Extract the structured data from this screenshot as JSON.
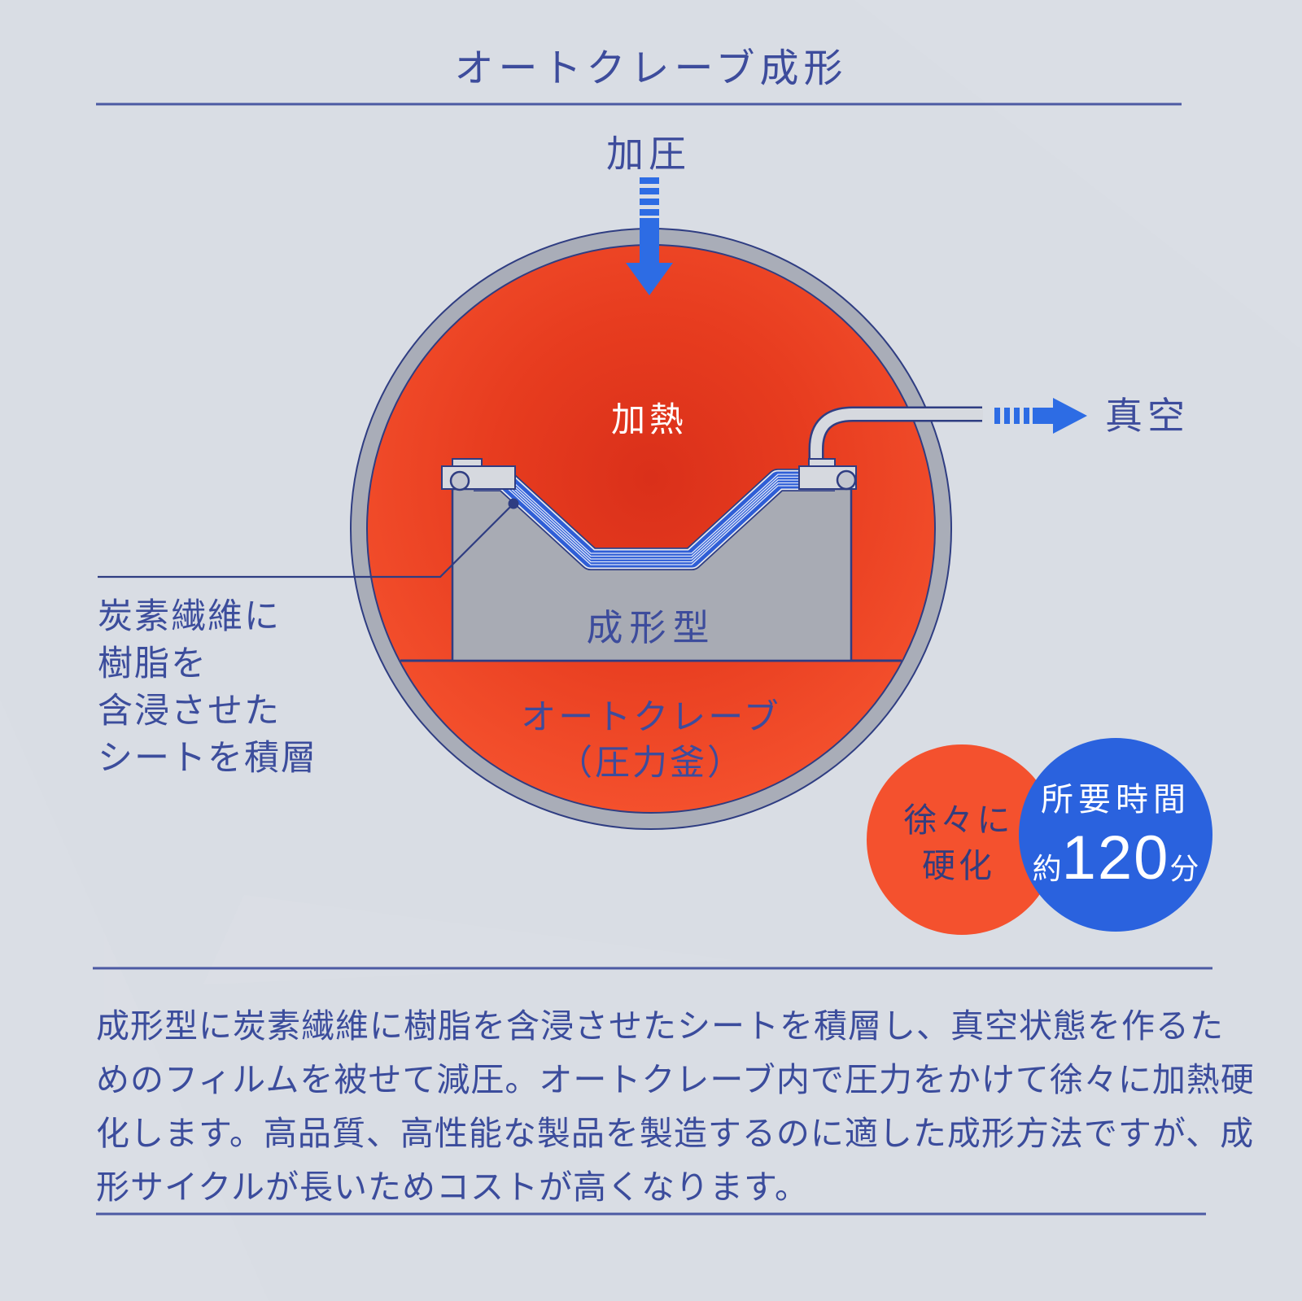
{
  "title": "オートクレーブ成形",
  "diagram": {
    "pressure_label": "加圧",
    "heating_label": "加熱",
    "vacuum_label": "真空",
    "mold_label": "成形型",
    "autoclave_label_line1": "オートクレーブ",
    "autoclave_label_line2": "（圧力釜）",
    "layup_note_line1": "炭素繊維に",
    "layup_note_line2": "樹脂を",
    "layup_note_line3": "含浸させた",
    "layup_note_line4": "シートを積層",
    "cure_badge_line1": "徐々に",
    "cure_badge_line2": "硬化",
    "time_badge_heading": "所要時間",
    "time_badge_approx": "約",
    "time_badge_minutes": "120",
    "time_badge_unit": "分"
  },
  "description_line1": "成形型に炭素繊維に樹脂を含浸させたシートを積層し、真空状態を作るた",
  "description_line2": "めのフィルムを被せて減圧。オートクレーブ内で圧力をかけて徐々に加熱硬",
  "description_line3": "化します。高品質、高性能な製品を製造するのに適した成形方法ですが、成",
  "description_line4": "形サイクルが長いためコストが高くなります。",
  "colors": {
    "background": "#d9dde4",
    "navy_text": "#3d4c9c",
    "outline_navy": "#2f3d82",
    "red_center": "#da301a",
    "red_edge": "#f5522e",
    "ring_gray": "#a9adb8",
    "mold_gray": "#a8abb4",
    "film_gray": "#d6d9df",
    "seal_gray": "#c3c6cf",
    "arrow_blue": "#2d6ce4",
    "laminate_blue": "#2f5ed6",
    "badge_orange": "#f4512e",
    "badge_blue": "#2a62de",
    "heat_text_white": "#ffffff"
  }
}
